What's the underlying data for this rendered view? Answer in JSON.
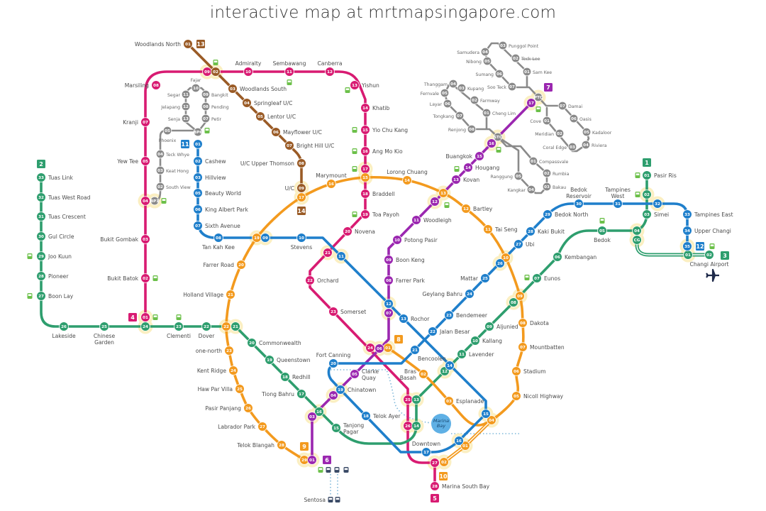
{
  "title": "interactive map at mrtmapsingapore.com",
  "marina_bay_label": "Marina Bay",
  "sentosa_label": "Sentosa",
  "lines": {
    "ns": {
      "color": "#d81b72",
      "badges": [
        "4",
        "5"
      ],
      "stations": [
        {
          "code": "01"
        },
        {
          "code": "02",
          "name": "Bukit Batok"
        },
        {
          "code": "03",
          "name": "Bukit Gombak"
        },
        {
          "code": "04"
        },
        {
          "code": "05",
          "name": "Yew Tee"
        },
        {
          "code": "07",
          "name": "Kranji"
        },
        {
          "code": "08",
          "name": "Marsiling"
        },
        {
          "code": "09"
        },
        {
          "code": "10",
          "name": "Admiralty"
        },
        {
          "code": "11",
          "name": "Sembawang"
        },
        {
          "code": "12",
          "name": "Canberra"
        },
        {
          "code": "13",
          "name": "Yishun"
        },
        {
          "code": "14",
          "name": "Khatib"
        },
        {
          "code": "15",
          "name": "Yio Chu Kang"
        },
        {
          "code": "16",
          "name": "Ang Mo Kio"
        },
        {
          "code": "17"
        },
        {
          "code": "18",
          "name": "Braddell"
        },
        {
          "code": "19",
          "name": "Toa Payoh"
        },
        {
          "code": "20",
          "name": "Novena"
        },
        {
          "code": "21"
        },
        {
          "code": "22",
          "name": "Orchard"
        },
        {
          "code": "23",
          "name": "Somerset"
        },
        {
          "code": "24"
        },
        {
          "code": "25"
        },
        {
          "code": "26"
        },
        {
          "code": "27"
        },
        {
          "code": "28",
          "name": "Marina South Bay"
        }
      ]
    },
    "ew": {
      "color": "#2e9e6e",
      "badges": [
        "2",
        "1"
      ],
      "stations": [
        {
          "code": "33",
          "name": "Tuas Link"
        },
        {
          "code": "32",
          "name": "Tuas West Road"
        },
        {
          "code": "31",
          "name": "Tuas Crescent"
        },
        {
          "code": "30",
          "name": "Gul Circle"
        },
        {
          "code": "29",
          "name": "Joo Kuun"
        },
        {
          "code": "28",
          "name": "Pioneer"
        },
        {
          "code": "27",
          "name": "Boon Lay"
        },
        {
          "code": "26",
          "name": "Lakeside"
        },
        {
          "code": "25",
          "name": "Chinese Garden"
        },
        {
          "code": "24"
        },
        {
          "code": "23",
          "name": "Clementi"
        },
        {
          "code": "22",
          "name": "Dover"
        },
        {
          "code": "21"
        },
        {
          "code": "20",
          "name": "Commonwealth"
        },
        {
          "code": "19",
          "name": "Queenstown"
        },
        {
          "code": "18",
          "name": "Redhill"
        },
        {
          "code": "17",
          "name": "Tiong Bahru"
        },
        {
          "code": "16"
        },
        {
          "code": "15",
          "name": "Tanjong Pagar"
        },
        {
          "code": "14"
        },
        {
          "code": "13"
        },
        {
          "code": "12"
        },
        {
          "code": "11",
          "name": "Lavender"
        },
        {
          "code": "10",
          "name": "Kallang"
        },
        {
          "code": "09",
          "name": "Aljunied"
        },
        {
          "code": "08"
        },
        {
          "code": "07",
          "name": "Eunos"
        },
        {
          "code": "06",
          "name": "Kembangan"
        },
        {
          "code": "05",
          "name": "Bedok"
        },
        {
          "code": "04"
        },
        {
          "code": "03",
          "name": "Simei"
        },
        {
          "code": "02"
        },
        {
          "code": "01",
          "name": "Pasir Ris"
        }
      ]
    },
    "cg": {
      "color": "#2e9e6e",
      "badges": [
        "3"
      ],
      "stations": [
        {
          "code": "CG"
        },
        {
          "code": "01"
        },
        {
          "code": "02",
          "name": "Changi Airport"
        }
      ]
    },
    "cc": {
      "color": "#f39a1e",
      "badges": [
        "9",
        "8"
      ],
      "stations": [
        {
          "code": "01"
        },
        {
          "code": "02",
          "name": "Bras Basah"
        },
        {
          "code": "03",
          "name": "Esplanade"
        },
        {
          "code": "04"
        },
        {
          "code": "05",
          "name": "Nicoll Highway"
        },
        {
          "code": "06",
          "name": "Stadium"
        },
        {
          "code": "07",
          "name": "Mountbatten"
        },
        {
          "code": "08",
          "name": "Dakota"
        },
        {
          "code": "09"
        },
        {
          "code": "10"
        },
        {
          "code": "11",
          "name": "Tai Seng"
        },
        {
          "code": "12",
          "name": "Bartley"
        },
        {
          "code": "13"
        },
        {
          "code": "14",
          "name": "Lorong Chuang"
        },
        {
          "code": "15"
        },
        {
          "code": "16",
          "name": "Marymount"
        },
        {
          "code": "17"
        },
        {
          "code": "19"
        },
        {
          "code": "20",
          "name": "Farrer Road"
        },
        {
          "code": "21",
          "name": "Holland Village"
        },
        {
          "code": "22"
        },
        {
          "code": "23",
          "name": "one-north"
        },
        {
          "code": "24",
          "name": "Kent Ridge"
        },
        {
          "code": "25",
          "name": "Haw Par Villa"
        },
        {
          "code": "26",
          "name": "Pasir Panjang"
        },
        {
          "code": "27",
          "name": "Labrador Park"
        },
        {
          "code": "28",
          "name": "Telok Blangah"
        },
        {
          "code": "29"
        }
      ]
    },
    "ce": {
      "color": "#f39a1e",
      "badges": [
        "10"
      ],
      "stations": [
        {
          "code": "01"
        },
        {
          "code": "02"
        }
      ]
    },
    "ne": {
      "color": "#9b27b0",
      "badges": [
        "6",
        "7"
      ],
      "stations": [
        {
          "code": "01"
        },
        {
          "code": "03"
        },
        {
          "code": "04"
        },
        {
          "code": "05",
          "name": "Clarke Quay"
        },
        {
          "code": "06"
        },
        {
          "code": "07"
        },
        {
          "code": "08",
          "name": "Farrer Park"
        },
        {
          "code": "09",
          "name": "Boon Keng"
        },
        {
          "code": "10",
          "name": "Potong Pasir"
        },
        {
          "code": "11",
          "name": "Woodleigh"
        },
        {
          "code": "12"
        },
        {
          "code": "13",
          "name": "Kovan"
        },
        {
          "code": "14",
          "name": "Hougang"
        },
        {
          "code": "15",
          "name": "Buangkok"
        },
        {
          "code": "16"
        },
        {
          "code": "17"
        }
      ]
    },
    "dt": {
      "color": "#1f7fcb",
      "badges": [
        "11",
        "12"
      ],
      "stations": [
        {
          "code": "01"
        },
        {
          "code": "02",
          "name": "Cashew"
        },
        {
          "code": "03",
          "name": "Hillview"
        },
        {
          "code": "05",
          "name": "Beauty World"
        },
        {
          "code": "06",
          "name": "King Albert Park"
        },
        {
          "code": "07",
          "name": "Sixth Avenue"
        },
        {
          "code": "08",
          "name": "Tan Kah Kee"
        },
        {
          "code": "09"
        },
        {
          "code": "10",
          "name": "Stevens"
        },
        {
          "code": "11"
        },
        {
          "code": "12"
        },
        {
          "code": "13",
          "name": "Rochor"
        },
        {
          "code": "14"
        },
        {
          "code": "15"
        },
        {
          "code": "16"
        },
        {
          "code": "17",
          "name": "Downtown"
        },
        {
          "code": "18",
          "name": "Telok Ayer"
        },
        {
          "code": "19",
          "name": "Chinatown"
        },
        {
          "code": "20",
          "name": "Fort Canning"
        },
        {
          "code": "21",
          "name": "Bencoolen"
        },
        {
          "code": "22",
          "name": "Jalan Besar"
        },
        {
          "code": "23",
          "name": "Bendemeer"
        },
        {
          "code": "24",
          "name": "Geylang Bahru"
        },
        {
          "code": "25",
          "name": "Mattar"
        },
        {
          "code": "26"
        },
        {
          "code": "27",
          "name": "Ubi"
        },
        {
          "code": "28",
          "name": "Kaki Bukit"
        },
        {
          "code": "29",
          "name": "Bedok North"
        },
        {
          "code": "30",
          "name": "Bedok Reservoir"
        },
        {
          "code": "31",
          "name": "Tampines West"
        },
        {
          "code": "32"
        },
        {
          "code": "33",
          "name": "Tampines East"
        },
        {
          "code": "34",
          "name": "Upper Changi"
        },
        {
          "code": "35"
        }
      ]
    },
    "te": {
      "color": "#9a5b26",
      "badges": [
        "13",
        "14"
      ],
      "stations": [
        {
          "code": "01",
          "name": "Woodlands North"
        },
        {
          "code": "02"
        },
        {
          "code": "03",
          "name": "Woodlands South"
        },
        {
          "code": "04",
          "name": "Springleaf U/C"
        },
        {
          "code": "05",
          "name": "Lentor U/C"
        },
        {
          "code": "06",
          "name": "Mayflower U/C"
        },
        {
          "code": "07",
          "name": "Bright Hill U/C"
        },
        {
          "code": "08",
          "name": "U/C Upper Thomson"
        },
        {
          "code": "09",
          "name": "U/C"
        }
      ]
    },
    "bp": {
      "color": "#8a8a8a",
      "stations": [
        {
          "code": "BP1"
        },
        {
          "code": "02",
          "name": "South View"
        },
        {
          "code": "03",
          "name": "Keat Hong"
        },
        {
          "code": "04",
          "name": "Teck Whye"
        },
        {
          "code": "05",
          "name": "Phoenix"
        },
        {
          "code": "BP6"
        },
        {
          "code": "07",
          "name": "Petir"
        },
        {
          "code": "08",
          "name": "Pending"
        },
        {
          "code": "09",
          "name": "Bangkit"
        },
        {
          "code": "10",
          "name": "Fajar"
        },
        {
          "code": "11",
          "name": "Segar"
        },
        {
          "code": "12",
          "name": "Jelapang"
        },
        {
          "code": "13",
          "name": "Senja"
        }
      ]
    },
    "se": {
      "color": "#8a8a8a",
      "stations": [
        {
          "code": "STC"
        },
        {
          "code": "01",
          "name": "Compassvale"
        },
        {
          "code": "02",
          "name": "Rumbia"
        },
        {
          "code": "03",
          "name": "Bakau"
        },
        {
          "code": "04",
          "name": "Kangkar"
        },
        {
          "code": "05",
          "name": "Ranggung"
        }
      ]
    },
    "sw": {
      "color": "#8a8a8a",
      "stations": [
        {
          "code": "01",
          "name": "Cheng Lim"
        },
        {
          "code": "02",
          "name": "Farmway"
        },
        {
          "code": "03",
          "name": "Kupang"
        },
        {
          "code": "04",
          "name": "Thanggam"
        },
        {
          "code": "05",
          "name": "Fernvale"
        },
        {
          "code": "06",
          "name": "Layar"
        },
        {
          "code": "07",
          "name": "Tongkang"
        },
        {
          "code": "08",
          "name": "Renjong"
        }
      ]
    },
    "pe": {
      "color": "#8a8a8a",
      "stations": [
        {
          "code": "PTC"
        },
        {
          "code": "01",
          "name": "Cove"
        },
        {
          "code": "02",
          "name": "Meridian"
        },
        {
          "code": "03",
          "name": "Coral Edge"
        },
        {
          "code": "04",
          "name": "Riviera"
        },
        {
          "code": "05",
          "name": "Kadaloor"
        },
        {
          "code": "06",
          "name": "Oasis"
        },
        {
          "code": "07",
          "name": "Damai"
        }
      ]
    },
    "pw": {
      "color": "#8a8a8a",
      "stations": [
        {
          "code": "01",
          "name": "Sam Kee"
        },
        {
          "code": "02",
          "name": "Teck Lee"
        },
        {
          "code": "03",
          "name": "Punggol Point"
        },
        {
          "code": "04",
          "name": "Samudera"
        },
        {
          "code": "05",
          "name": "Nibong"
        },
        {
          "code": "06",
          "name": "Sumang"
        },
        {
          "code": "07",
          "name": "Soo Teck"
        }
      ]
    }
  },
  "colors": {
    "bus": "#6cc04a",
    "water": "#5fb0e5",
    "halo": "#fbefc2",
    "plane": "#1e2a4a"
  }
}
